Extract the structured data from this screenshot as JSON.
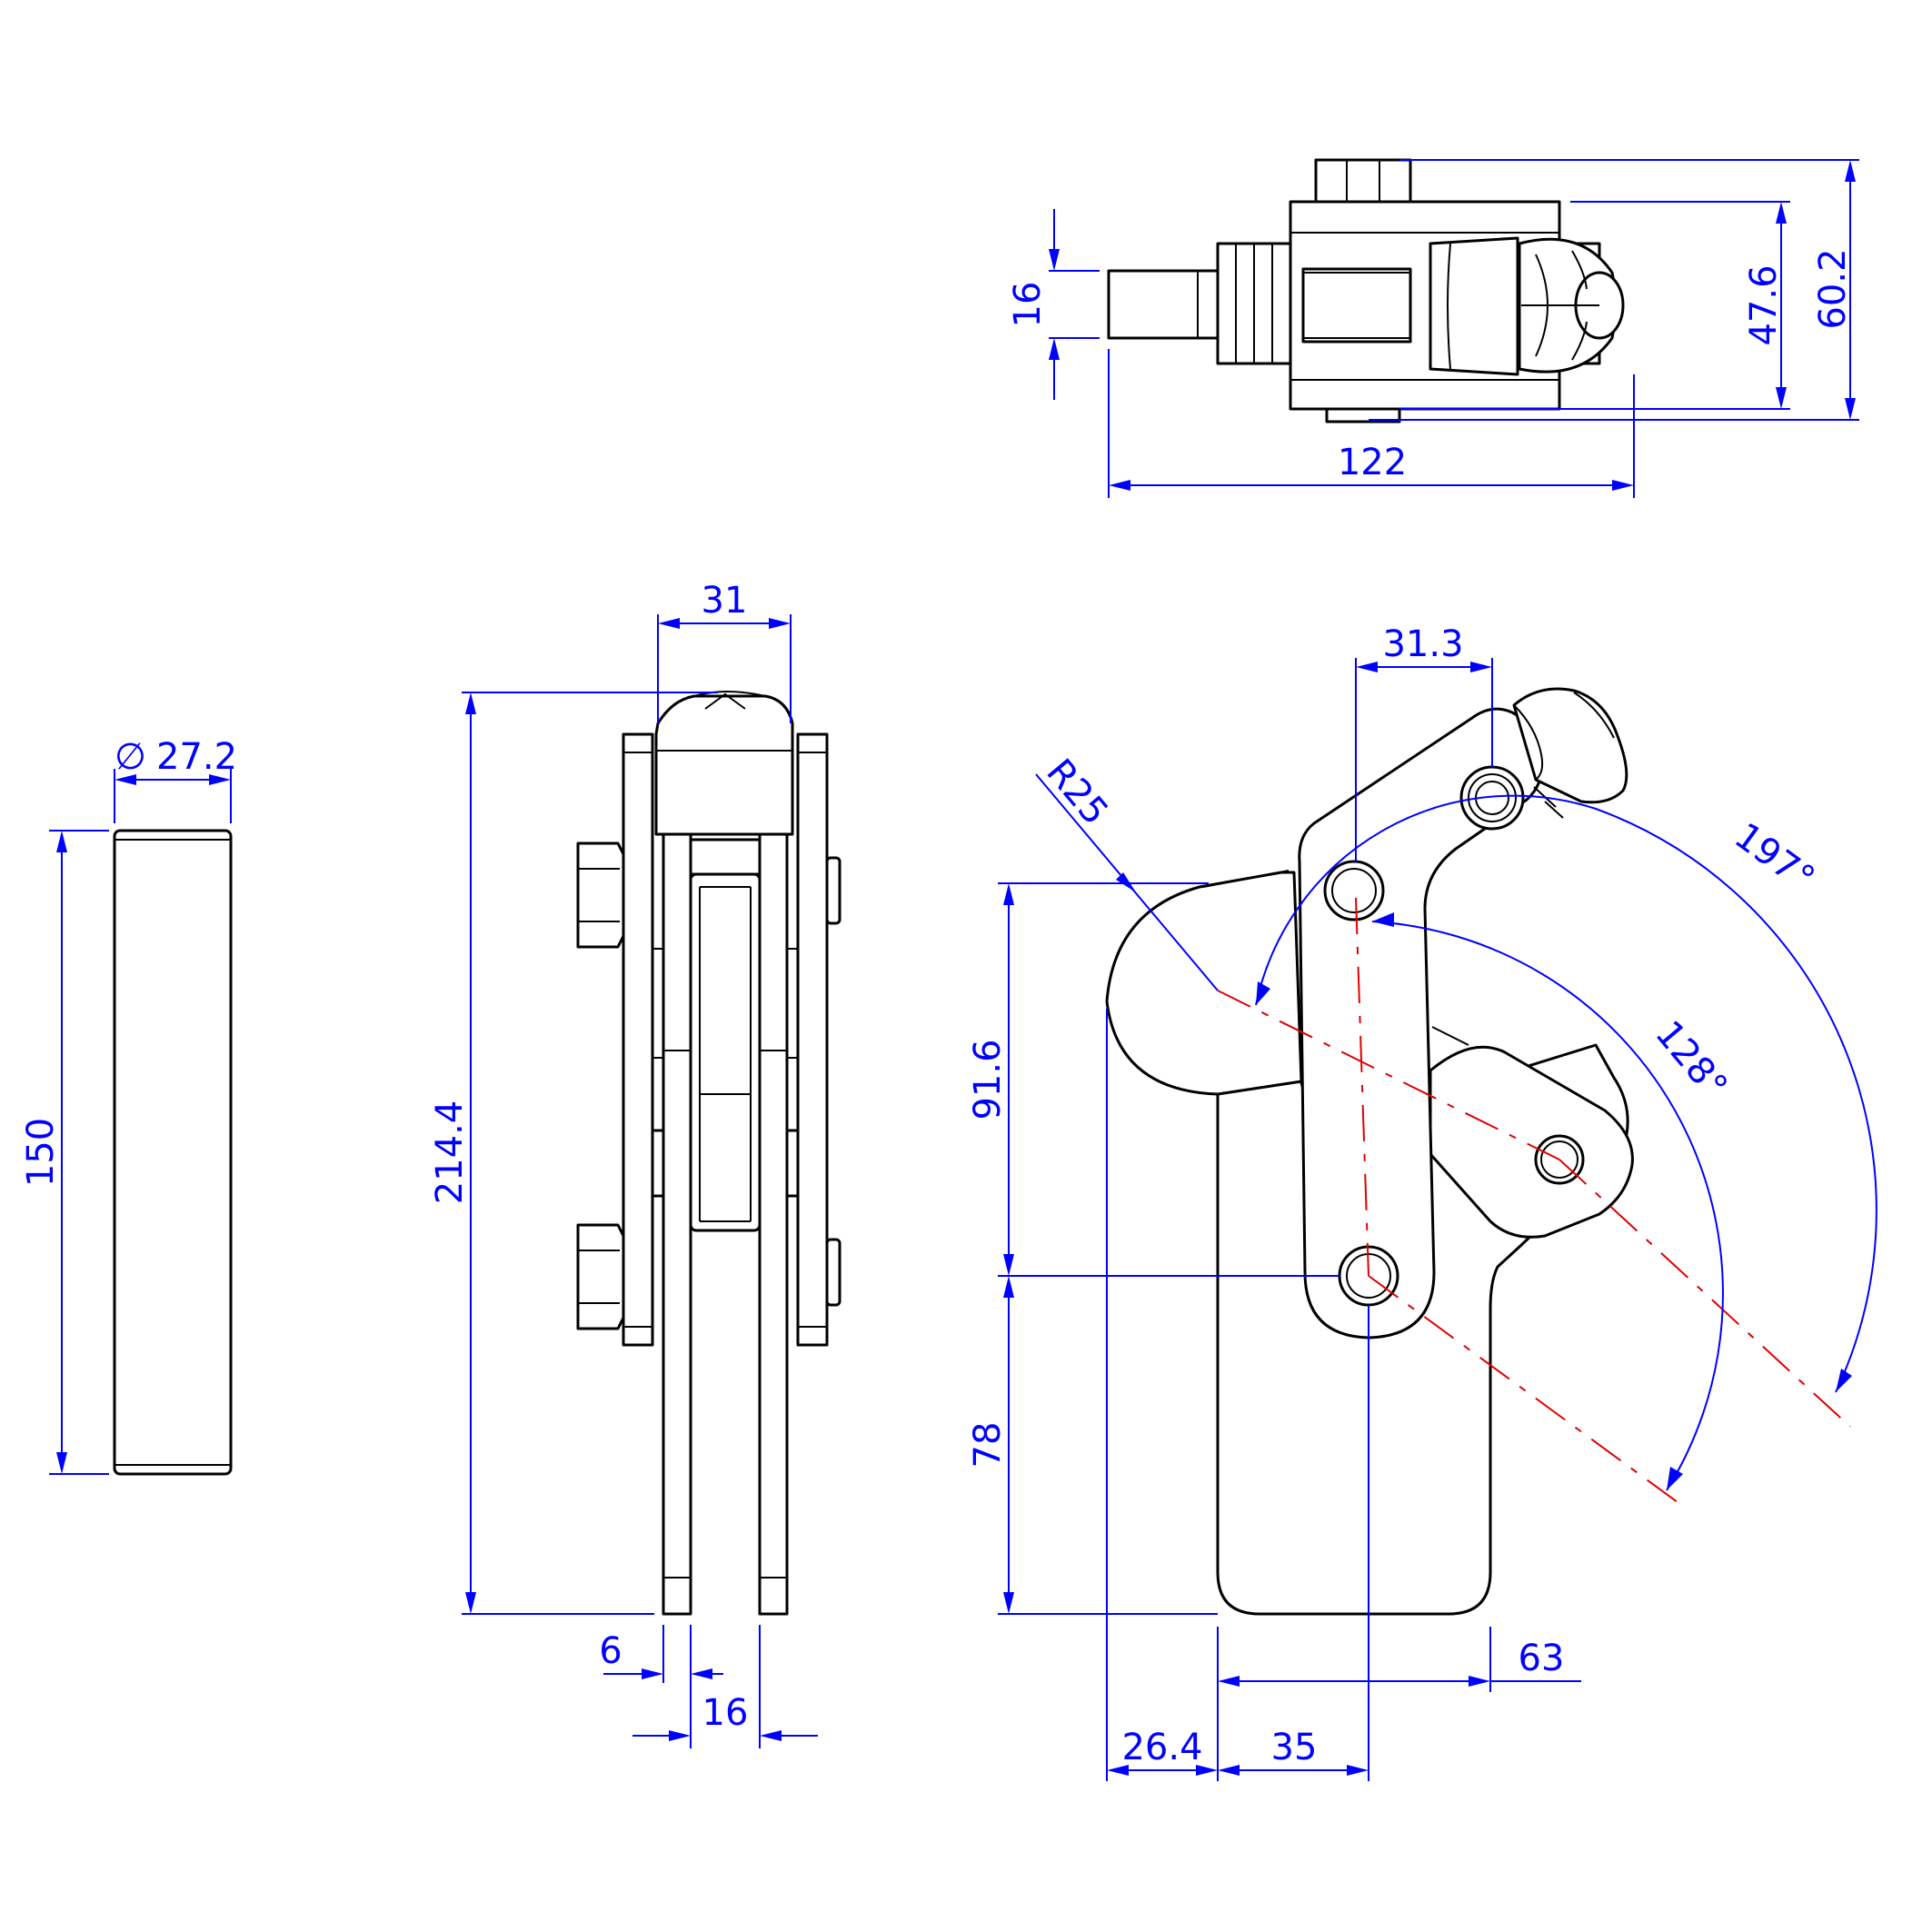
{
  "colors": {
    "part_line": "#000000",
    "dimension": "#0000ff",
    "centerline": "#e00000"
  },
  "dimensions": {
    "top_width": "122",
    "top_height": "60.2",
    "top_inner_height": "47.6",
    "top_handle": "16",
    "pin_length": "150",
    "pin_diameter": "27.2",
    "pin_diameter_symbol": "∅",
    "front_height": "214.4",
    "front_width": "31",
    "front_gap": "16",
    "front_plate": "6",
    "side_upper_height": "91.6",
    "side_lower_height": "78",
    "side_pivot_offset": "31.3",
    "side_radius": "R25",
    "side_arm_angle": "128°",
    "side_handle_angle": "197°",
    "side_base_width": "63",
    "side_left_offset": "26.4",
    "side_pivot_from_base": "35"
  }
}
